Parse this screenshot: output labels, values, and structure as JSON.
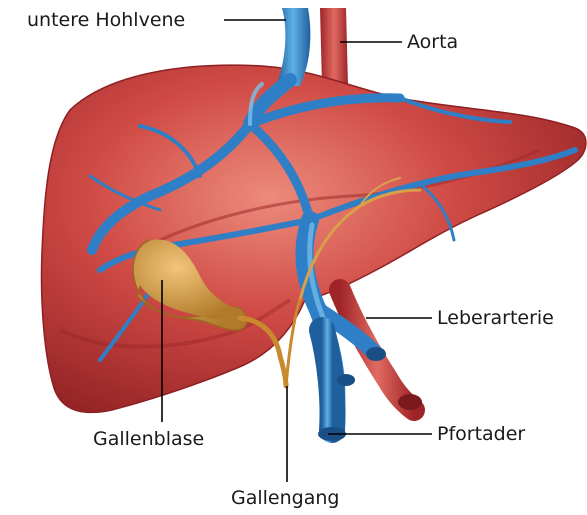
{
  "labels": {
    "ivc": "untere Hohlvene",
    "aorta": "Aorta",
    "hepatic_artery": "Leberarterie",
    "gallbladder": "Gallenblase",
    "portal_vein": "Pfortader",
    "bile_duct": "Gallengang"
  },
  "colors": {
    "liver": "#c8383a",
    "liver_dark": "#8e1f22",
    "liver_light": "#e57a6e",
    "vein_blue": "#2f7fc6",
    "vein_light": "#7cc2ee",
    "artery_red": "#c23a3c",
    "gallbladder": "#d9a04a",
    "bile_duct": "#c98a2e",
    "leader_line": "#000000"
  }
}
